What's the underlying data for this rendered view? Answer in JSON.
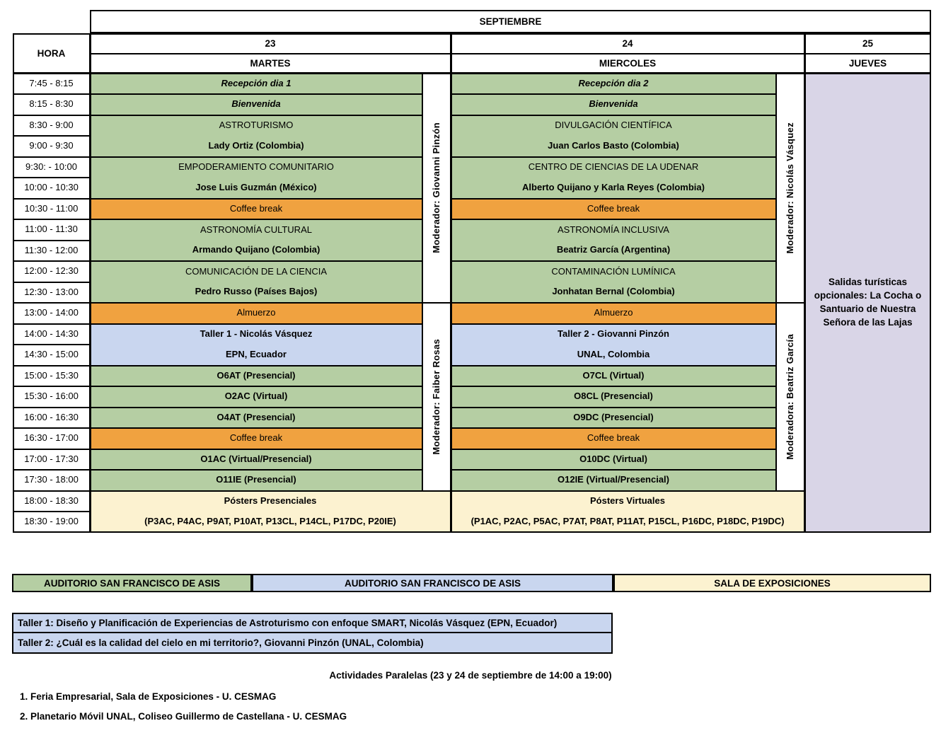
{
  "colors": {
    "green": "#b5cea3",
    "orange": "#f0a240",
    "blue": "#c9d6ef",
    "lavender": "#d9d5e7",
    "cream": "#fcf2d0",
    "border": "#000000"
  },
  "table": {
    "month": "SEPTIEMBRE",
    "hora_label": "HORA",
    "days": [
      {
        "date": "23",
        "name": "MARTES"
      },
      {
        "date": "24",
        "name": "MIERCOLES"
      },
      {
        "date": "25",
        "name": "JUEVES"
      }
    ],
    "times": [
      "7:45 - 8:15",
      "8:15 - 8:30",
      "8:30 - 9:00",
      "9:00 - 9:30",
      "9:30: - 10:00",
      "10:00 - 10:30",
      "10:30 - 11:00",
      "11:00 - 11:30",
      "11:30 - 12:00",
      "12:00 - 12:30",
      "12:30 - 13:00",
      "13:00 - 14:00",
      "14:00 - 14:30",
      "14:30 - 15:00",
      "15:00 - 15:30",
      "15:30 - 16:00",
      "16:00 - 16:30",
      "16:30 - 17:00",
      "17:00 - 17:30",
      "17:30 - 18:00",
      "18:00 - 18:30",
      "18:30 - 19:00"
    ],
    "tuesday": {
      "moderators": [
        "Moderador: Giovanni Pinzón",
        "Moderador: Faiber Rosas"
      ],
      "blocks": [
        {
          "span": 1,
          "kind": "welcome",
          "lines": [
            "Recepción dia 1"
          ]
        },
        {
          "span": 1,
          "kind": "welcome",
          "lines": [
            "Bienvenida"
          ]
        },
        {
          "span": 2,
          "kind": "pair",
          "lines": [
            "ASTROTURISMO",
            "Lady Ortiz (Colombia)"
          ]
        },
        {
          "span": 2,
          "kind": "pair",
          "lines": [
            "EMPODERAMIENTO COMUNITARIO",
            "Jose Luis Guzmán (México)"
          ]
        },
        {
          "span": 1,
          "kind": "break",
          "lines": [
            "Coffee break"
          ]
        },
        {
          "span": 2,
          "kind": "pair",
          "lines": [
            "ASTRONOMÍA CULTURAL",
            "Armando Quijano (Colombia)"
          ]
        },
        {
          "span": 2,
          "kind": "pair",
          "lines": [
            "COMUNICACIÓN DE LA CIENCIA",
            "Pedro Russo (Países Bajos)"
          ]
        },
        {
          "span": 1,
          "kind": "break",
          "lines": [
            "Almuerzo"
          ]
        },
        {
          "span": 2,
          "kind": "taller",
          "lines": [
            "Taller 1 - Nicolás Vásquez",
            "EPN, Ecuador"
          ]
        },
        {
          "span": 1,
          "kind": "talk",
          "lines": [
            "O6AT (Presencial)"
          ]
        },
        {
          "span": 1,
          "kind": "talk",
          "lines": [
            "O2AC (Virtual)"
          ]
        },
        {
          "span": 1,
          "kind": "talk",
          "lines": [
            "O4AT (Presencial)"
          ]
        },
        {
          "span": 1,
          "kind": "break",
          "lines": [
            "Coffee break"
          ]
        },
        {
          "span": 1,
          "kind": "talk",
          "lines": [
            "O1AC (Virtual/Presencial)"
          ]
        },
        {
          "span": 1,
          "kind": "talk",
          "lines": [
            "O11IE (Presencial)"
          ]
        },
        {
          "span": 2,
          "kind": "posters",
          "lines": [
            "Pósters Presenciales",
            "(P3AC, P4AC, P9AT, P10AT, P13CL, P14CL, P17DC, P20IE)"
          ]
        }
      ]
    },
    "wednesday": {
      "moderators": [
        "Moderador: Nicolás Vásquez",
        "Moderadora: Beatriz García"
      ],
      "blocks": [
        {
          "span": 1,
          "kind": "welcome",
          "lines": [
            "Recepción dia 2"
          ]
        },
        {
          "span": 1,
          "kind": "welcome",
          "lines": [
            "Bienvenida"
          ]
        },
        {
          "span": 2,
          "kind": "pair",
          "lines": [
            "DIVULGACIÓN CIENTÍFICA",
            "Juan Carlos Basto (Colombia)"
          ]
        },
        {
          "span": 2,
          "kind": "pair",
          "lines": [
            "CENTRO DE CIENCIAS DE LA UDENAR",
            "Alberto Quijano y Karla Reyes (Colombia)"
          ]
        },
        {
          "span": 1,
          "kind": "break",
          "lines": [
            "Coffee break"
          ]
        },
        {
          "span": 2,
          "kind": "pair",
          "lines": [
            "ASTRONOMÍA INCLUSIVA",
            "Beatriz García (Argentina)"
          ]
        },
        {
          "span": 2,
          "kind": "pair",
          "lines": [
            "CONTAMINACIÓN LUMÍNICA",
            "Jonhatan Bernal (Colombia)"
          ]
        },
        {
          "span": 1,
          "kind": "break",
          "lines": [
            "Almuerzo"
          ]
        },
        {
          "span": 2,
          "kind": "taller",
          "lines": [
            "Taller 2 - Giovanni Pinzón",
            "UNAL, Colombia"
          ]
        },
        {
          "span": 1,
          "kind": "talk",
          "lines": [
            "O7CL (Virtual)"
          ]
        },
        {
          "span": 1,
          "kind": "talk",
          "lines": [
            "O8CL (Presencial)"
          ]
        },
        {
          "span": 1,
          "kind": "talk",
          "lines": [
            "O9DC (Presencial)"
          ]
        },
        {
          "span": 1,
          "kind": "break",
          "lines": [
            "Coffee break"
          ]
        },
        {
          "span": 1,
          "kind": "talk",
          "lines": [
            "O10DC (Virtual)"
          ]
        },
        {
          "span": 1,
          "kind": "talk",
          "lines": [
            "O12IE (Virtual/Presencial)"
          ]
        },
        {
          "span": 2,
          "kind": "posters",
          "lines": [
            "Pósters Virtuales",
            "(P1AC, P2AC, P5AC, P7AT, P8AT, P11AT, P15CL, P16DC, P18DC, P19DC)"
          ]
        }
      ]
    },
    "thursday": {
      "text": "Salidas turísticas opcionales: La Cocha o Santuario de Nuestra Señora de las Lajas"
    }
  },
  "legend": [
    {
      "label": "AUDITORIO SAN FRANCISCO DE ASIS",
      "kind": "green"
    },
    {
      "label": "AUDITORIO SAN FRANCISCO DE ASIS",
      "kind": "blue"
    },
    {
      "label": "SALA DE EXPOSICIONES",
      "kind": "cream"
    }
  ],
  "talleres": [
    "Taller 1: Diseño y Planificación de Experiencias de Astroturismo con enfoque SMART, Nicolás Vásquez (EPN, Ecuador)",
    "Taller 2: ¿Cuál es la calidad del cielo en mi territorio?, Giovanni Pinzón (UNAL, Colombia)"
  ],
  "notes": {
    "title": "Actividades Paralelas (23 y 24 de septiembre de 14:00 a 19:00)",
    "items": [
      "1. Feria Empresarial, Sala de Exposiciones - U. CESMAG",
      "2. Planetario Móvil UNAL, Coliseo Guillermo de Castellana - U. CESMAG"
    ]
  }
}
